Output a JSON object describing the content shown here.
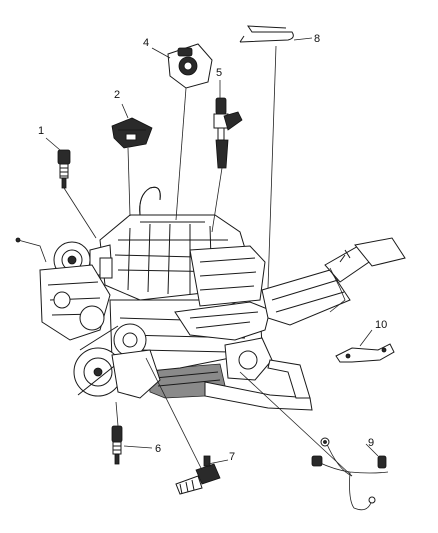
{
  "callouts": [
    {
      "id": "1",
      "label": "1"
    },
    {
      "id": "2",
      "label": "2"
    },
    {
      "id": "3",
      "label": ""
    },
    {
      "id": "4",
      "label": "4"
    },
    {
      "id": "5",
      "label": "5"
    },
    {
      "id": "6",
      "label": "6"
    },
    {
      "id": "7",
      "label": "7"
    },
    {
      "id": "8",
      "label": "8"
    },
    {
      "id": "9",
      "label": "9"
    },
    {
      "id": "10",
      "label": "10"
    }
  ]
}
